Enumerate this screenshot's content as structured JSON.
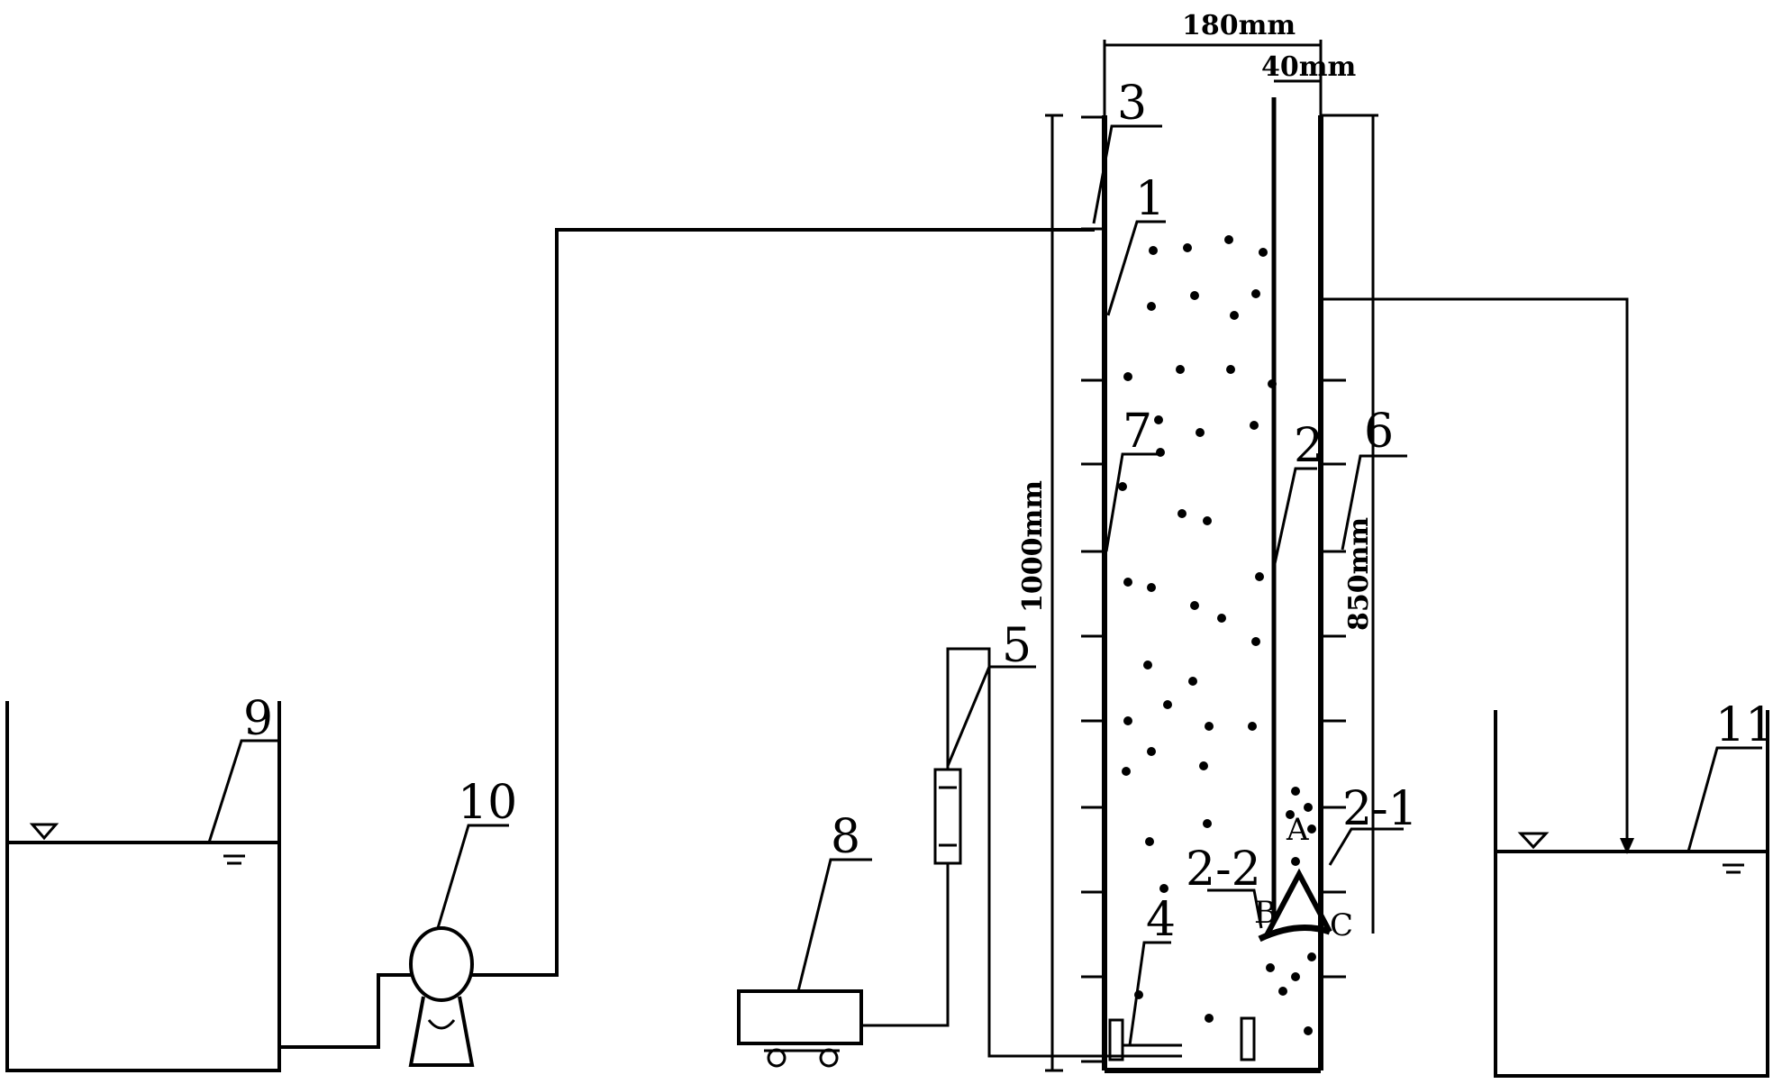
{
  "labels": {
    "l1": "1",
    "l2": "2",
    "l2_1": "2-1",
    "l2_2": "2-2",
    "l3": "3",
    "l4": "4",
    "l5": "5",
    "l6": "6",
    "l7": "7",
    "l8": "8",
    "l9": "9",
    "l10": "10",
    "l11": "11"
  },
  "dimensions": {
    "width_total": "180mm",
    "width_channel": "40mm",
    "height_column": "1000mm",
    "height_channel": "850mm"
  },
  "points": {
    "a": "A",
    "b": "B",
    "c": "C"
  },
  "colors": {
    "line": "#000000",
    "background": "#ffffff"
  },
  "icons": {
    "water_level": "inverted-triangle-icon",
    "pump": "pump-icon",
    "flowmeter": "rotameter-icon",
    "air_pump": "air-compressor-icon"
  }
}
